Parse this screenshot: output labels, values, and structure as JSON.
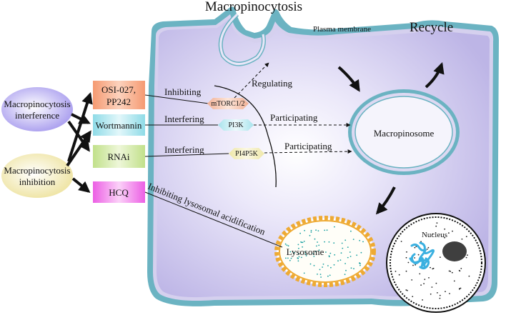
{
  "title": "Macropinocytosis",
  "labels": {
    "plasma_membrane": "Plasma membrane",
    "recycle": "Recycle",
    "macropinosome": "Macropinosome",
    "lysosome": "Lysosome",
    "nucleus": "Nucleus"
  },
  "strategies": {
    "interference_line1": "Macropinocytosis",
    "interference_line2": "interference",
    "inhibition_line1": "Macropinocytosis",
    "inhibition_line2": "inhibition"
  },
  "agents": {
    "osi_line1": "OSI-027,",
    "osi_line2": "PP242",
    "wortmannin": "Wortmannin",
    "rnai": "RNAi",
    "hcq": "HCQ"
  },
  "targets": {
    "mtorc": "mTORC1/2",
    "pi3k": "PI3K",
    "pi4p5k": "PI4P5K"
  },
  "actions": {
    "inhibiting": "Inhibiting",
    "regulating": "Regulating",
    "interfering_1": "Interfering",
    "interfering_2": "Interfering",
    "participating_1": "Participating",
    "participating_2": "Participating",
    "inhibiting_lysosomal": "Inhibiting lysosomal acidification"
  },
  "colors": {
    "cell_fill": "#c9c3ea",
    "membrane_outer": "#5aa6b8",
    "osi_box": "#f2a582",
    "wortmannin_box": "#a9e3ec",
    "rnai_box": "#cfe7a1",
    "hcq_box": "#f07cea",
    "interference_ellipse": "#b5aaf0",
    "inhibition_ellipse": "#f2edb6",
    "lysosome_rim": "#eeaa33",
    "dots": "#1aa0a0"
  }
}
